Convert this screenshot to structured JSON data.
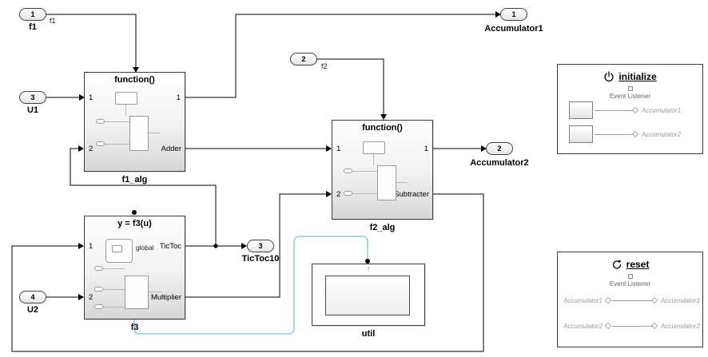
{
  "colors": {
    "event_wire": "#92cdd6",
    "signal_wire": "#000000"
  },
  "inports": [
    {
      "num": "1",
      "name": "f1",
      "wire_label": "f1"
    },
    {
      "num": "3",
      "name": "U1"
    },
    {
      "num": "2",
      "name": "f2",
      "wire_label": "f2"
    },
    {
      "num": "4",
      "name": "U2"
    }
  ],
  "outports": [
    {
      "num": "1",
      "name": "Accumulator1"
    },
    {
      "num": "2",
      "name": "Accumulator2"
    },
    {
      "num": "3",
      "name": "TicToc10"
    }
  ],
  "blocks": {
    "f1_alg": {
      "title": "function()",
      "in1": "1",
      "in2": "2",
      "out1": "1",
      "out2": "Adder",
      "name": "f1_alg"
    },
    "f2_alg": {
      "title": "function()",
      "in1": "1",
      "in2": "2",
      "out1": "1",
      "out2": "Subtracter",
      "name": "f2_alg"
    },
    "f3": {
      "title": "y = f3(u)",
      "inner_label": "global",
      "in1": "1",
      "in2": "2",
      "out1": "TicToc",
      "out2": "Multiplier",
      "name": "f3"
    },
    "util": {
      "name": "util",
      "event_arrow": "↑"
    },
    "initialize": {
      "title": "initialize",
      "listener": "Event Listener",
      "rows": [
        {
          "target": "Accumulator1"
        },
        {
          "target": "Accumulator2"
        }
      ]
    },
    "reset": {
      "title": "reset",
      "listener": "Event Listener",
      "rows": [
        {
          "read": "Accumulator1",
          "write": "Accumulator1"
        },
        {
          "read": "Accumulator2",
          "write": "Accumulator2"
        }
      ]
    }
  }
}
